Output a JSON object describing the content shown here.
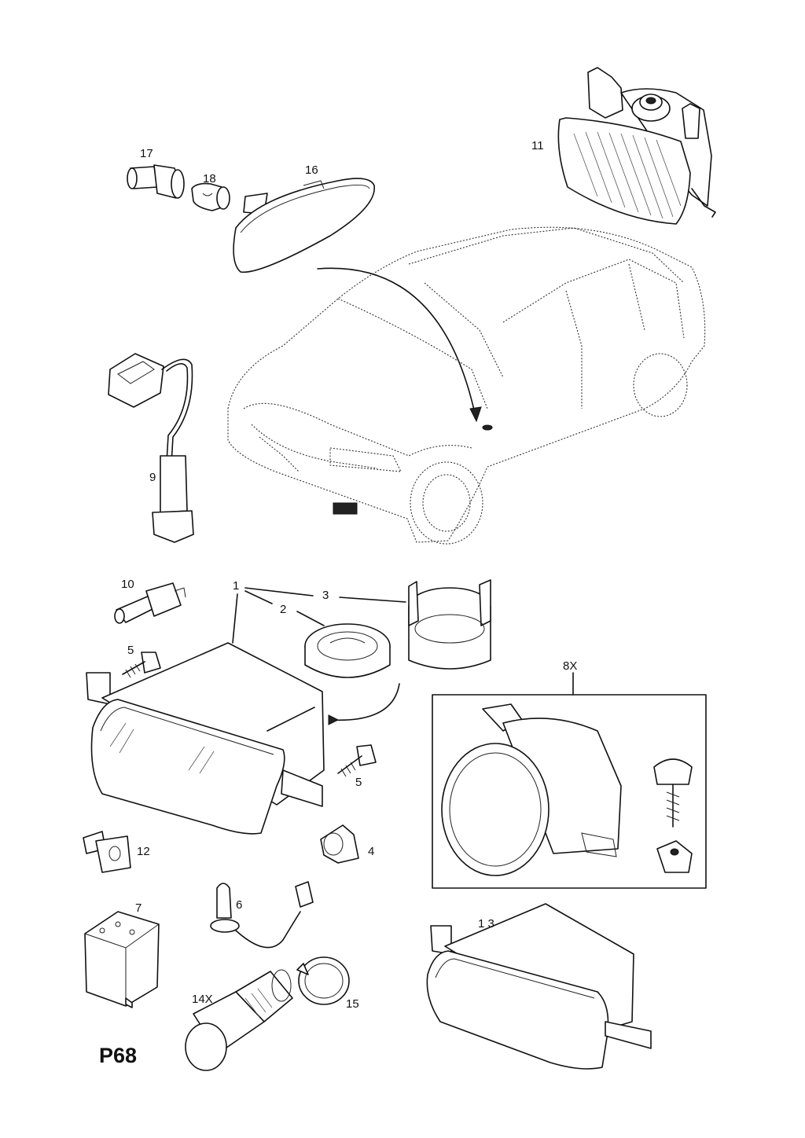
{
  "diagram": {
    "page_code": "P68",
    "callouts": {
      "c1": "1",
      "c2": "2",
      "c3": "3",
      "c4": "4",
      "c5a": "5",
      "c5b": "5",
      "c6": "6",
      "c7": "7",
      "c8": "8X",
      "c9": "9",
      "c10": "10",
      "c11": "11",
      "c12": "12",
      "c13": "1 3",
      "c14": "14X",
      "c15": "15",
      "c16": "16",
      "c17": "17",
      "c18": "18"
    }
  }
}
